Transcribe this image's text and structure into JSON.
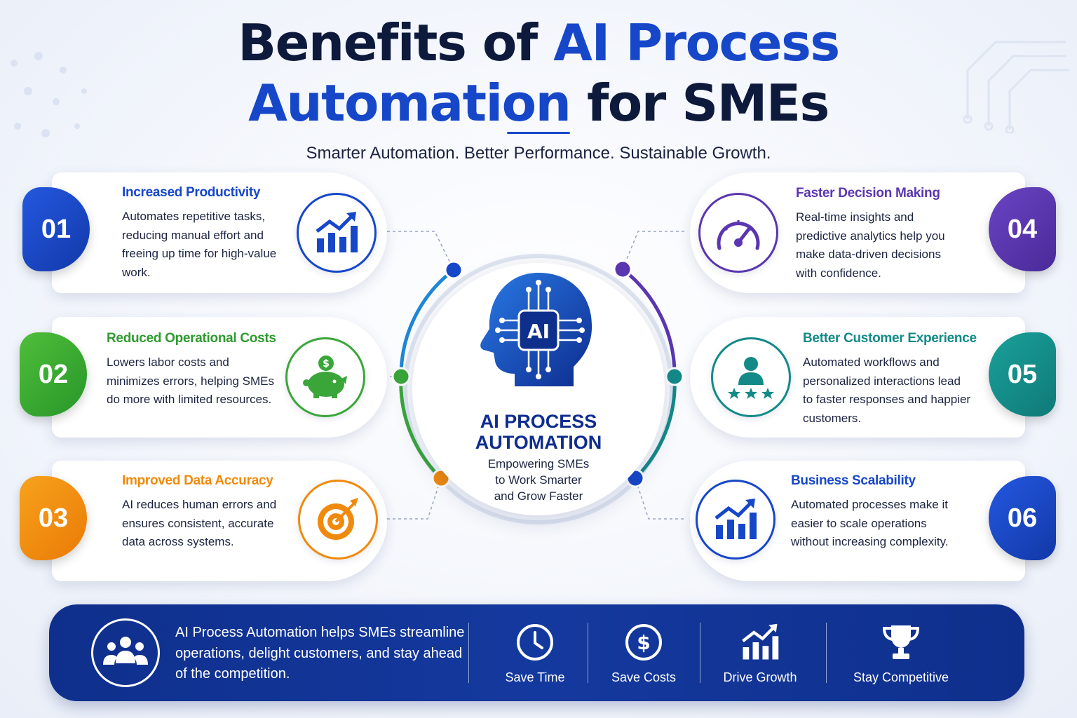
{
  "title": {
    "part1": "Benefits of",
    "highlight1": "AI Process",
    "highlight2": "Automation",
    "part2": "for SMEs"
  },
  "subtitle": "Smarter Automation. Better Performance. Sustainable Growth.",
  "colors": {
    "blue": "#1747c9",
    "green": "#3aa63a",
    "orange": "#f08a0c",
    "purple": "#5a36b0",
    "teal": "#138a88",
    "navy": "#0f2f8c"
  },
  "benefits": [
    {
      "number": "01",
      "title": "Increased Productivity",
      "description": "Automates repetitive tasks, reducing manual effort and freeing up time for high-value work.",
      "icon": "growth-chart-icon"
    },
    {
      "number": "02",
      "title": "Reduced Operational Costs",
      "description": "Lowers labor costs and minimizes errors, helping SMEs do more with limited resources.",
      "icon": "piggy-bank-icon"
    },
    {
      "number": "03",
      "title": "Improved Data Accuracy",
      "description": "AI reduces human errors and ensures consistent, accurate data across systems.",
      "icon": "target-icon"
    },
    {
      "number": "04",
      "title": "Faster Decision Making",
      "description": "Real-time insights and predictive analytics help you make data-driven decisions with confidence.",
      "icon": "speedometer-icon"
    },
    {
      "number": "05",
      "title": "Better Customer Experience",
      "description": "Automated workflows and personalized interactions lead to faster responses and happier customers.",
      "icon": "customer-rating-icon"
    },
    {
      "number": "06",
      "title": "Business Scalability",
      "description": "Automated processes make it easier to scale operations without increasing complexity.",
      "icon": "growth-chart-icon"
    }
  ],
  "center": {
    "badge": "AI",
    "title_line1": "AI PROCESS",
    "title_line2": "AUTOMATION",
    "sub_line1": "Empowering SMEs",
    "sub_line2": "to Work Smarter",
    "sub_line3": "and Grow Faster"
  },
  "banner": {
    "text": "AI Process Automation helps SMEs streamline operations, delight customers, and stay ahead of the competition.",
    "items": [
      {
        "label": "Save Time",
        "icon": "clock-icon"
      },
      {
        "label": "Save Costs",
        "icon": "dollar-icon"
      },
      {
        "label": "Drive Growth",
        "icon": "growth-chart-icon"
      },
      {
        "label": "Stay Competitive",
        "icon": "trophy-icon"
      }
    ]
  }
}
